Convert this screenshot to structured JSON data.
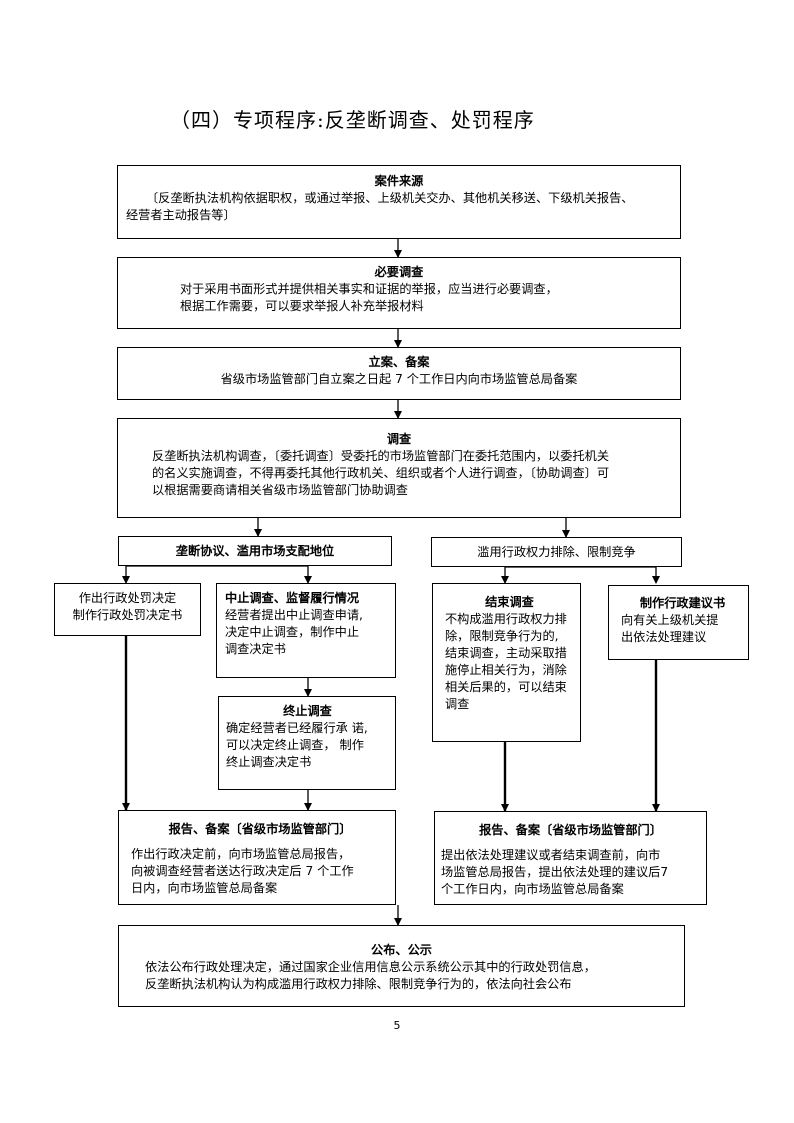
{
  "title": "（四）专项程序:反垄断调查、处罚程序",
  "source": {
    "title": "案件来源",
    "lines": [
      "〔反垄断执法机构依据职权，或通过举报、上级机关交办、其他机关移送、下级机关报告、",
      "经营者主动报告等〕"
    ]
  },
  "necessary": {
    "title": "必要调查",
    "lines": [
      "对于采用书面形式并提供相关事实和证据的举报，应当进行必要调查，",
      "根据工作需要，可以要求举报人补充举报材料"
    ]
  },
  "filing": {
    "title": "立案、备案",
    "lines": [
      "省级市场监管部门自立案之日起 7 个工作日内向市场监管总局备案"
    ]
  },
  "investigation": {
    "title": "调查",
    "lines": [
      "反垄断执法机构调查，〔委托调查〕受委托的市场监管部门在委托范围内，以委托机关",
      "的名义实施调查，不得再委托其他行政机关、组织或者个人进行调查，〔协助调查〕可",
      "以根据需要商请相关省级市场监管部门协助调查"
    ]
  },
  "branch_left": {
    "title": "垄断协议、滥用市场支配地位"
  },
  "branch_right": {
    "title": "滥用行政权力排除、限制竞争"
  },
  "penalty": {
    "title": "作出行政处罚决定",
    "lines": [
      "制作行政处罚决定书"
    ]
  },
  "suspend": {
    "title": "中止调查、监督履行情况",
    "lines": [
      "经营者提出中止调查申请,",
      "决定中止调查，制作中止",
      "调查决定书"
    ]
  },
  "terminate": {
    "title": "终止调查",
    "lines": [
      "确定经营者已经履行承 诺,",
      "可以决定终止调查， 制作",
      "终止调查决定书"
    ]
  },
  "end_investigation": {
    "title": "结束调查",
    "lines": [
      "不构成滥用行政权力排",
      "除，限制竞争行为的,",
      "结束调查，主动采取措",
      "施停止相关行为，消除",
      "相关后果的，可以结束",
      "调查"
    ]
  },
  "suggestion": {
    "title": "制作行政建议书",
    "lines": [
      "向有关上级机关提",
      "出依法处理建议"
    ]
  },
  "report_left": {
    "title": "报告、备案〔省级市场监管部门〕",
    "lines": [
      "作出行政决定前，向市场监管总局报告，",
      "向被调查经营者送达行政决定后 7 个工作",
      "日内，向市场监管总局备案"
    ]
  },
  "report_right": {
    "title": "报告、备案〔省级市场监管部门〕",
    "lines": [
      "提出依法处理建议或者结束调查前，向市",
      "场监管总局报告，提出依法处理的建议后7",
      "个工作日内，向市场监管总局备案"
    ]
  },
  "publish": {
    "title": "公布、公示",
    "lines": [
      "依法公布行政处理决定，通过国家企业信用信息公示系统公示其中的行政处罚信息，",
      "反垄断执法机构认为构成滥用行政权力排除、限制竞争行为的，依法向社会公布"
    ]
  },
  "page_number": "5"
}
